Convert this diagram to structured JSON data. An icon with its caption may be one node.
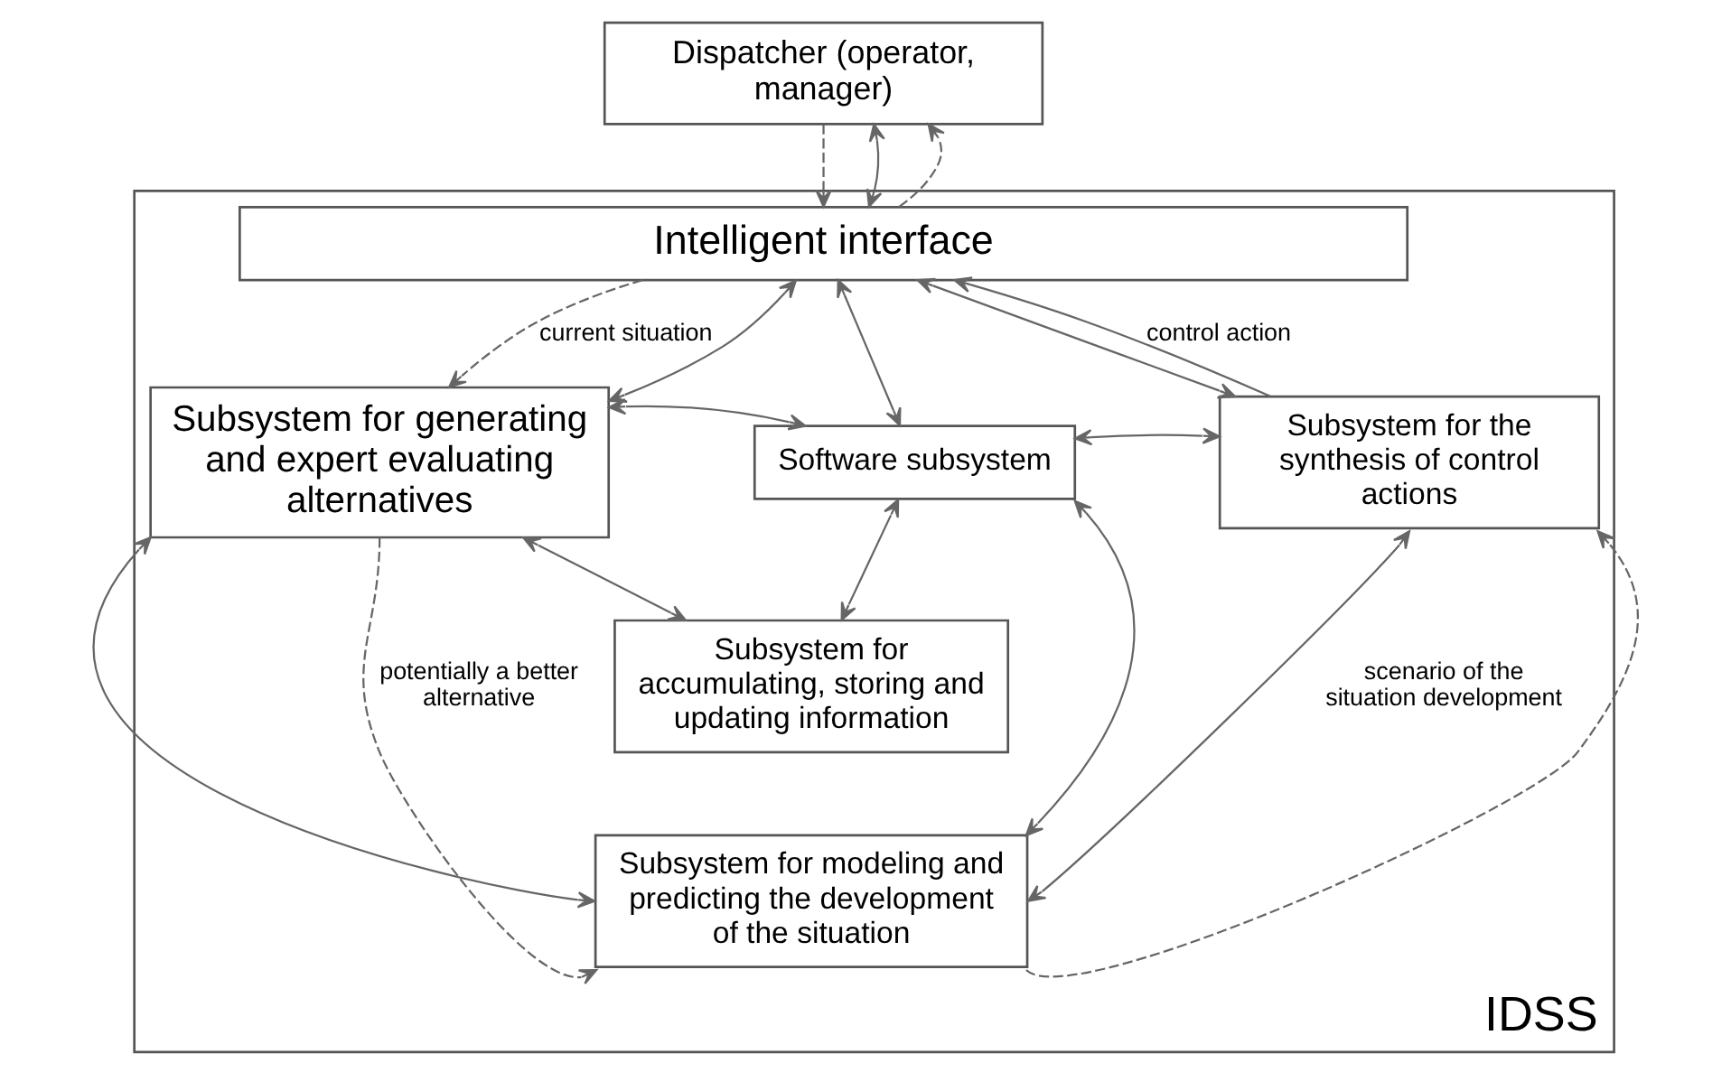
{
  "diagram": {
    "nodes": [
      {
        "text": [
          "Dispatcher (operator, manager)"
        ]
      },
      {
        "text": [
          "IDSS"
        ]
      },
      {
        "text": [
          "Intelligent interface"
        ],
        "in": 1
      },
      {
        "text": [
          "Subsystem for generating and expert evaluating alternatives"
        ],
        "in": 1
      },
      {
        "text": [
          "Software subsystem"
        ],
        "in": 1
      },
      {
        "text": [
          "Subsystem for the synthesis of control actions"
        ],
        "in": 1
      },
      {
        "text": [
          "Subsystem for accumulating, storing and updating information"
        ],
        "in": 1
      },
      {
        "text": [
          "Subsystem for modeling and predicting the development of the situation"
        ],
        "in": 1
      }
    ],
    "edges": [
      {
        "from": 0,
        "to": 2,
        "arrow": "to",
        "style": "dashed"
      },
      {
        "from": 0,
        "to": 2,
        "arrow": "both"
      },
      {
        "from": 2,
        "to": 0,
        "arrow": "to",
        "style": "dashed"
      },
      {
        "from": 2,
        "to": 3,
        "arrow": "to",
        "style": "dashed",
        "label": "current situation"
      },
      {
        "from": 2,
        "to": 3,
        "arrow": "both"
      },
      {
        "from": 2,
        "to": 4,
        "arrow": "both"
      },
      {
        "from": 2,
        "to": 5,
        "arrow": "both"
      },
      {
        "from": 5,
        "to": 2,
        "arrow": "to",
        "label": "control action"
      },
      {
        "from": 3,
        "to": 4,
        "arrow": "both"
      },
      {
        "from": 4,
        "to": 5,
        "arrow": "both"
      },
      {
        "from": 4,
        "to": 6,
        "arrow": "both"
      },
      {
        "from": 3,
        "to": 6,
        "arrow": "both"
      },
      {
        "from": 3,
        "to": 7,
        "arrow": "both"
      },
      {
        "from": 4,
        "to": 7,
        "arrow": "both"
      },
      {
        "from": 5,
        "to": 7,
        "arrow": "both",
        "label": "scenario of the situation development"
      },
      {
        "from": 3,
        "to": 7,
        "arrow": "to",
        "style": "dashed",
        "label": "potentially a better alternative"
      },
      {
        "from": 7,
        "to": 5,
        "arrow": "to",
        "style": "dashed"
      }
    ]
  }
}
